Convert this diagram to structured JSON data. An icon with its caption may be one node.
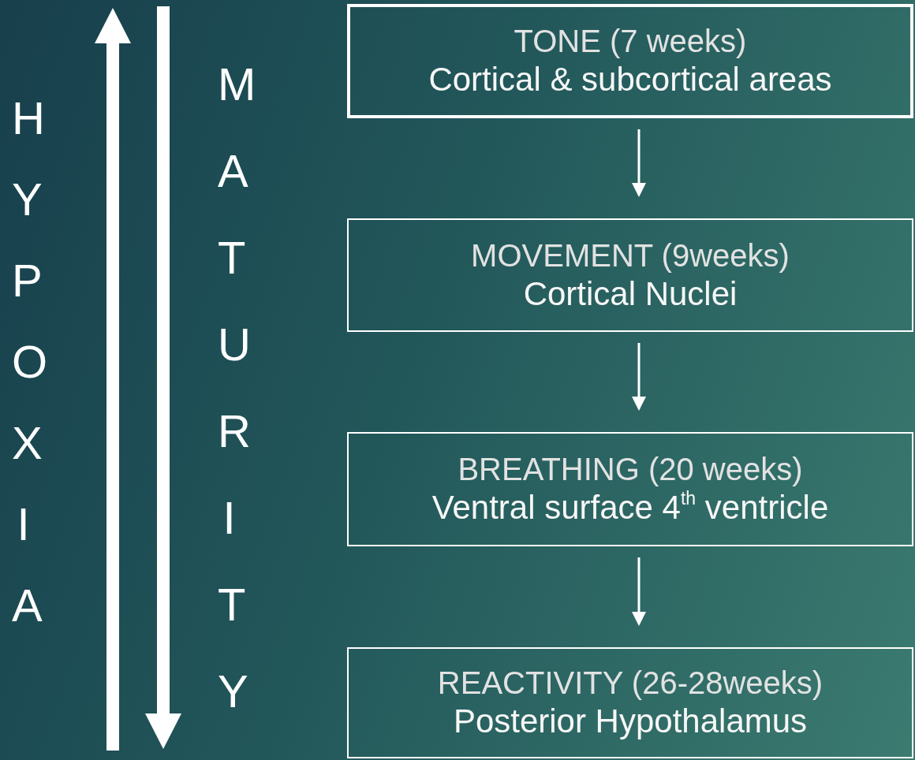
{
  "diagram": {
    "nodes": [
      {
        "text": [
          "TONE (7 weeks)",
          "Cortical & subcortical areas"
        ]
      },
      {
        "text": [
          "MOVEMENT (9weeks)",
          "Cortical Nuclei"
        ]
      },
      {
        "text": [
          "BREATHING  (20 weeks)",
          "Ventral surface 4$^{th}$ ventricle"
        ]
      },
      {
        "text": [
          "REACTIVITY (26-28weeks)",
          "Posterior Hypothalamus"
        ]
      }
    ],
    "edges": [
      {
        "from": 0,
        "to": 1,
        "arrow": "to"
      },
      {
        "from": 1,
        "to": 2,
        "arrow": "to"
      },
      {
        "from": 2,
        "to": 3,
        "arrow": "to"
      }
    ],
    "labels": [
      "HYPOXIA",
      "MATURITY"
    ]
  }
}
